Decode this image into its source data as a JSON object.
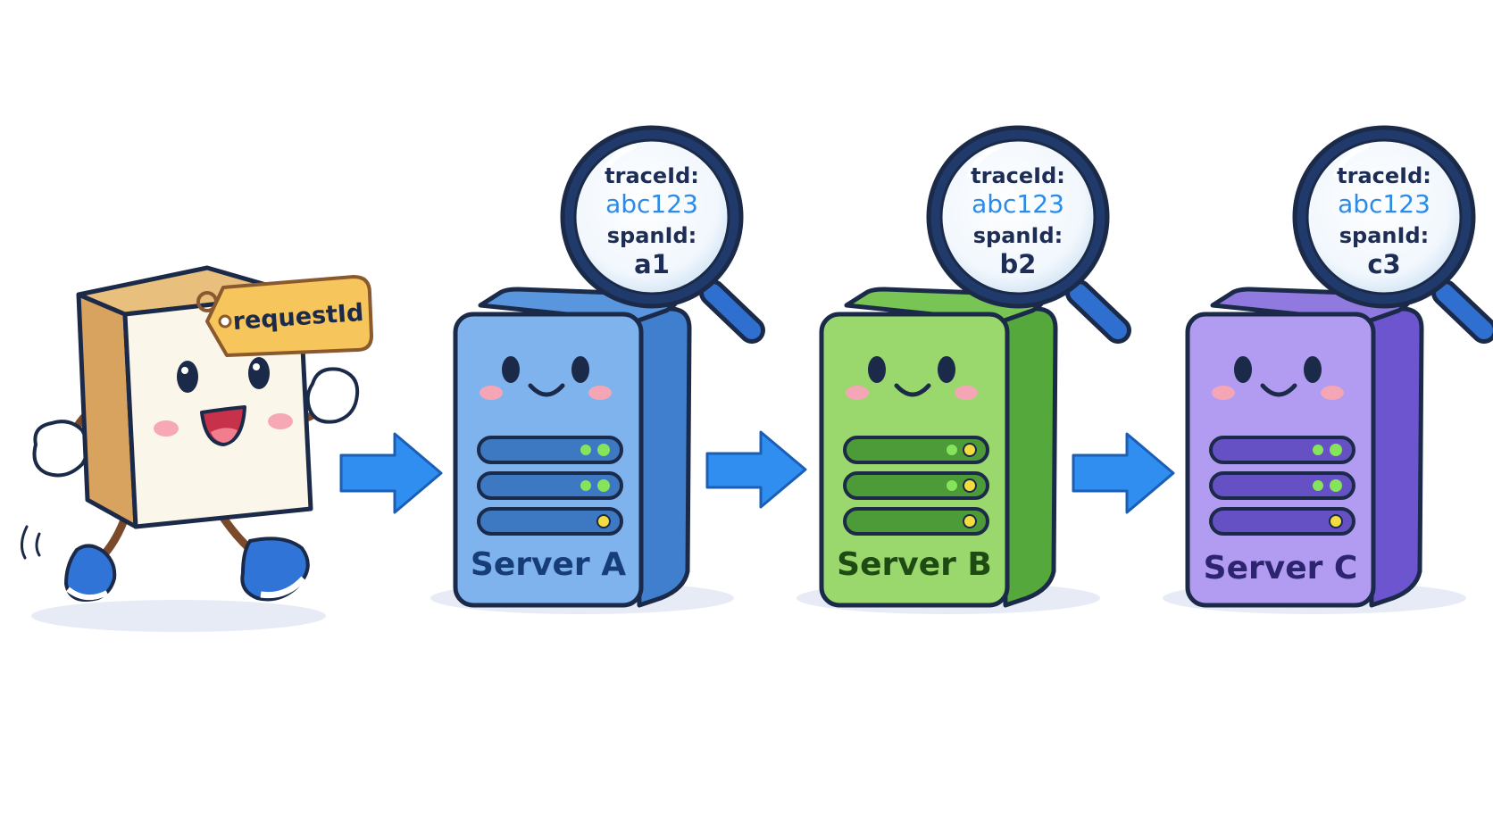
{
  "request": {
    "tag_label": "requestId"
  },
  "servers": [
    {
      "label": "Server A",
      "trace_label": "traceId:",
      "trace_id": "abc123",
      "span_label": "spanId:",
      "span_id": "a1",
      "colors": {
        "front": "#7fb3ee",
        "side": "#3f7fcd",
        "label": "#173d77",
        "slot": "#3d78c2"
      }
    },
    {
      "label": "Server B",
      "trace_label": "traceId:",
      "trace_id": "abc123",
      "span_label": "spanId:",
      "span_id": "b2",
      "colors": {
        "front": "#9ad86d",
        "side": "#55a83b",
        "label": "#1e4a14",
        "slot": "#4d9a39"
      }
    },
    {
      "label": "Server C",
      "trace_label": "traceId:",
      "trace_id": "abc123",
      "span_label": "spanId:",
      "span_id": "c3",
      "colors": {
        "front": "#b19cf1",
        "side": "#6d55cf",
        "label": "#2d2470",
        "slot": "#6550c4"
      }
    }
  ],
  "colors": {
    "arrow": "#2f8ef0",
    "outline": "#1b2a48",
    "trace_id": "#2d8be6",
    "magnifier_text": "#1d2d55",
    "led_green": "#86e35c",
    "led_yellow": "#f1dd40"
  }
}
